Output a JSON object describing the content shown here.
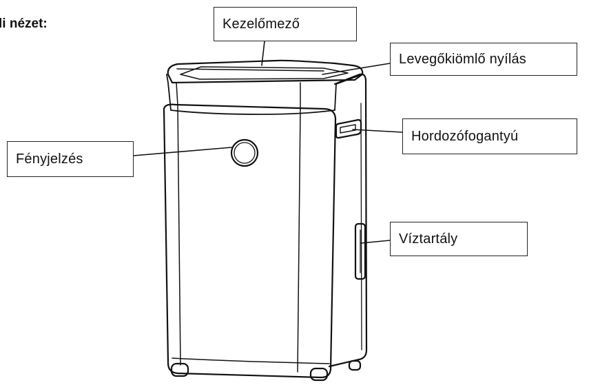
{
  "heading": "li nézet:",
  "labels": {
    "control_panel": "Kezelőmező",
    "air_outlet": "Levegőkiömlő nyílás",
    "carry_handle": "Hordozófogantyú",
    "indicator_light": "Fényjelzés",
    "water_tank": "Víztartály"
  }
}
